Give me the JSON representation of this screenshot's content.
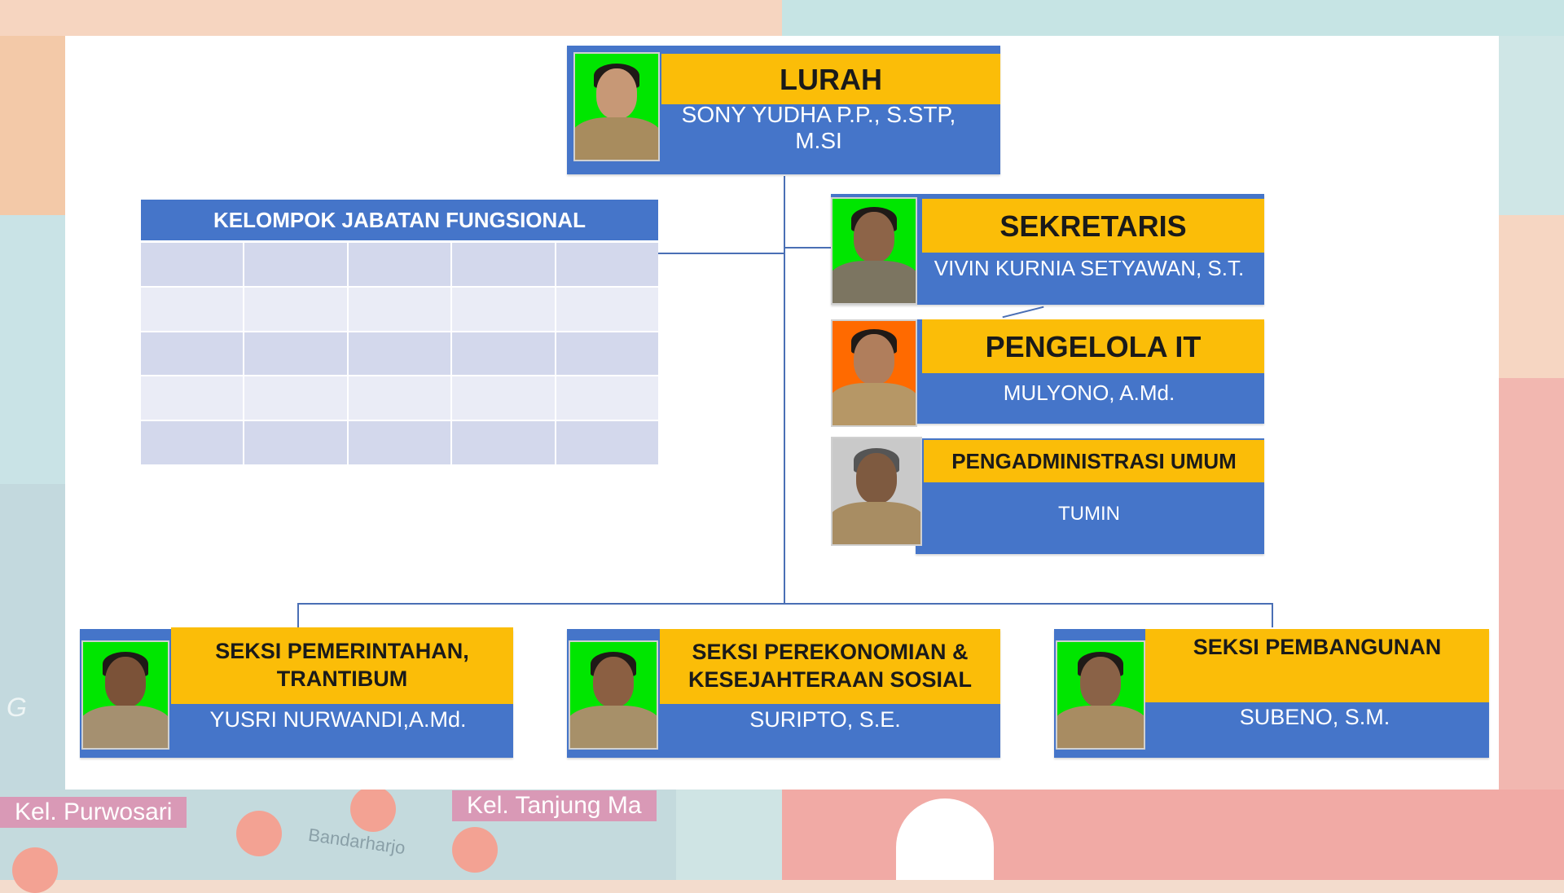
{
  "colors": {
    "box_blue": "#4575c9",
    "title_yellow": "#fbbd08",
    "photo_green": "#00e600",
    "photo_orange": "#ff6a00",
    "connector": "#4a6fb5"
  },
  "lurah": {
    "title": "LURAH",
    "name": "SONY YUDHA P.P., S.STP, M.SI"
  },
  "fungsional": {
    "title": "KELOMPOK JABATAN FUNGSIONAL"
  },
  "sekretaris": {
    "title": "SEKRETARIS",
    "name": "VIVIN KURNIA  SETYAWAN, S.T."
  },
  "pengelola_it": {
    "title": "PENGELOLA IT",
    "name": "MULYONO, A.Md."
  },
  "pengadministrasi": {
    "title": "PENGADMINISTRASI  UMUM",
    "name": "TUMIN"
  },
  "seksi_pemerintahan": {
    "title_line1": "SEKSI PEMERINTAHAN,",
    "title_line2": "TRANTIBUM",
    "name": "YUSRI NURWANDI,A.Md."
  },
  "seksi_perekonomian": {
    "title_line1": "SEKSI PEREKONOMIAN &",
    "title_line2": "KESEJAHTERAAN SOSIAL",
    "name": "SURIPTO, S.E."
  },
  "seksi_pembangunan": {
    "title": "SEKSI PEMBANGUNAN",
    "name": "SUBENO, S.M."
  },
  "background_map": {
    "label1": "Kel. Purwosari",
    "label2": "Kel. Tanjung Ma",
    "label3": "Bandarharjo",
    "label4": "G"
  }
}
